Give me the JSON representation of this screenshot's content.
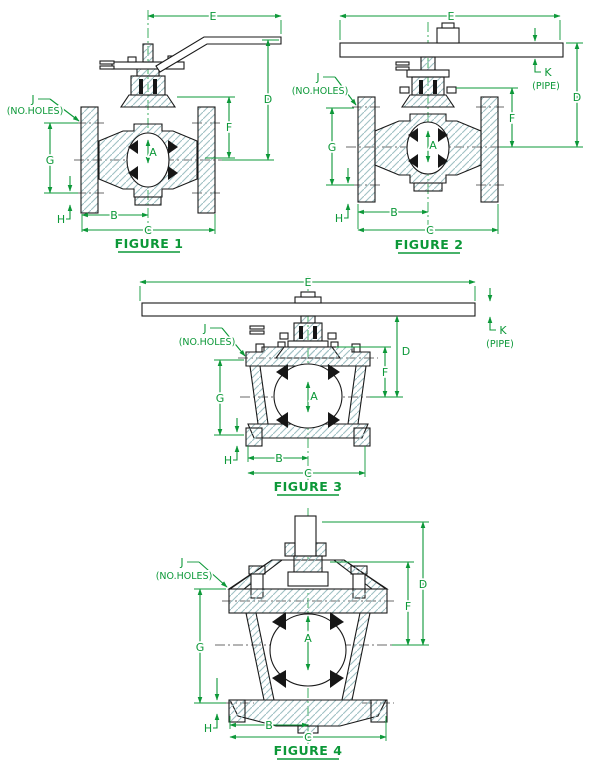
{
  "drawing_title": "Flanged ball valve dimensional drawings",
  "colors": {
    "dimension_green": "#0c9838",
    "drawing_black": "#1a1a1a",
    "hatch_teal": "#9fc0c4",
    "background": "#ffffff"
  },
  "figures": [
    {
      "caption": "FIGURE 1",
      "labels": {
        "A": "A",
        "B": "B",
        "C": "C",
        "D": "D",
        "E": "E",
        "F": "F",
        "G": "G",
        "H": "H",
        "J": "J",
        "J_note": "(NO.HOLES)"
      }
    },
    {
      "caption": "FIGURE 2",
      "labels": {
        "A": "A",
        "B": "B",
        "C": "C",
        "D": "D",
        "E": "E",
        "F": "F",
        "G": "G",
        "H": "H",
        "J": "J",
        "J_note": "(NO.HOLES)",
        "K": "K",
        "K_note": "(PIPE)"
      }
    },
    {
      "caption": "FIGURE 3",
      "labels": {
        "A": "A",
        "B": "B",
        "C": "C",
        "D": "D",
        "E": "E",
        "F": "F",
        "G": "G",
        "H": "H",
        "J": "J",
        "J_note": "(NO.HOLES)",
        "K": "K",
        "K_note": "(PIPE)"
      }
    },
    {
      "caption": "FIGURE 4",
      "labels": {
        "A": "A",
        "B": "B",
        "C": "C",
        "D": "D",
        "F": "F",
        "G": "G",
        "H": "H",
        "J": "J",
        "J_note": "(NO.HOLES)"
      }
    }
  ]
}
